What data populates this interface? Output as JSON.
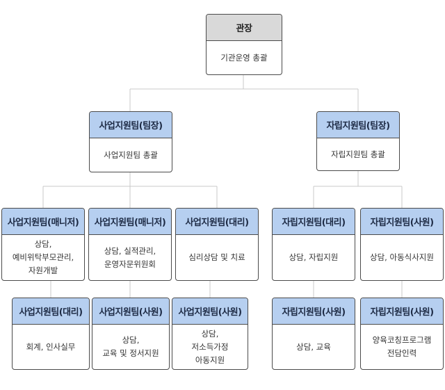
{
  "director": {
    "title": "관장",
    "role": "기관운영 총괄"
  },
  "teams": {
    "business_lead": {
      "title": "사업지원팀(팀장)",
      "role": "사업지원팀 총괄"
    },
    "independence_lead": {
      "title": "자립지원팀(팀장)",
      "role": "자립지원팀 총괄"
    }
  },
  "business_staff": [
    {
      "title": "사업지원팀(매니저)",
      "role": "상담,\n예비위탁부모관리,\n자원개발"
    },
    {
      "title": "사업지원팀(매니저)",
      "role": "상담, 실적관리,\n운영자문위원회"
    },
    {
      "title": "사업지원팀(대리)",
      "role": "심리상담 및 치료"
    },
    {
      "title": "사업지원팀(대리)",
      "role": "회계, 인사실무"
    },
    {
      "title": "사업지원팀(사원)",
      "role": "상담,\n교육 및 정서지원"
    },
    {
      "title": "사업지원팀(사원)",
      "role": "상담,\n저소득가정\n아동지원"
    }
  ],
  "independence_staff": [
    {
      "title": "자립지원팀(대리)",
      "role": "상담, 자립지원"
    },
    {
      "title": "자립지원팀(사원)",
      "role": "상담, 아동식사지원"
    },
    {
      "title": "자립지원팀(사원)",
      "role": "상담, 교육"
    },
    {
      "title": "자립지원팀(사원)",
      "role": "양육코칭프로그램\n전담인력"
    }
  ],
  "colors": {
    "header_blue": "#b6cff0",
    "header_gray": "#d9d9d9",
    "border": "#4a4a4a",
    "line": "#c8c8c8"
  }
}
